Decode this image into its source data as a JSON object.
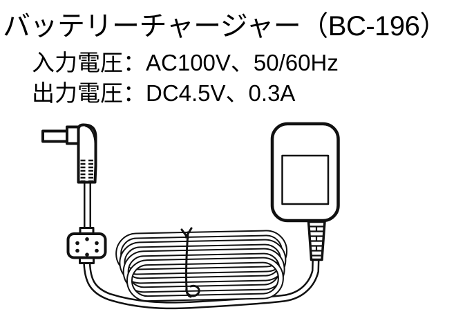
{
  "page": {
    "background": "#ffffff"
  },
  "header": {
    "title": "バッテリーチャージャー（BC-196）",
    "specs": [
      "入力電圧：AC100V、50/60Hz",
      "出力電圧：DC4.5V、0.3A"
    ]
  },
  "illustration": {
    "line_color": "#111111",
    "fill_color": "#ffffff",
    "parts": {
      "dc_plug": "right-angle DC barrel plug with ribbed grip",
      "plug_cable": "short cable from plug to ferrite bead",
      "ferrite_bead": "ferrite noise-filter block with six dots",
      "cable_coil": "coiled cable bundle of four loops",
      "twist_tie": "wire twist tie binding the bundle",
      "ac_adapter": "AC adapter body with blank label area",
      "adapter_strain_relief": "ribbed strain relief at adapter cable exit"
    }
  }
}
